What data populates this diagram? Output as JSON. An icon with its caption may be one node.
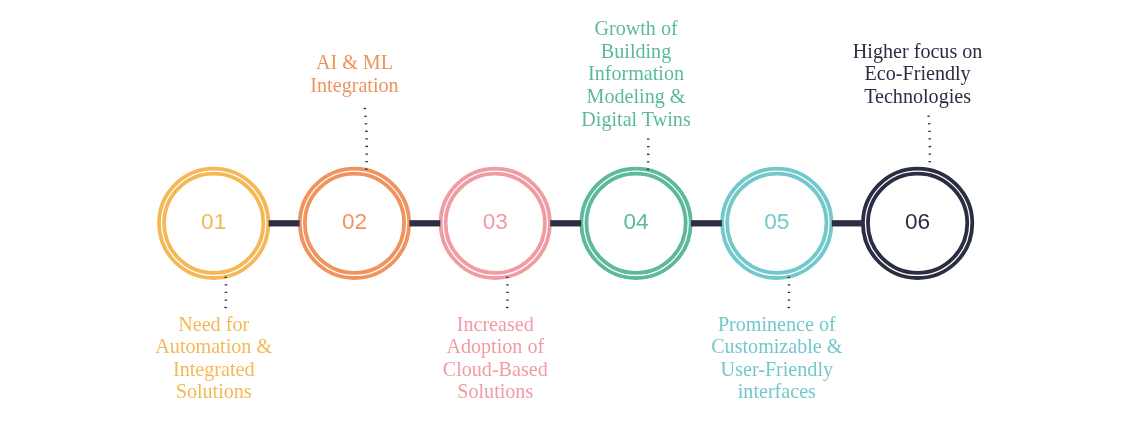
{
  "diagram": {
    "nodes": [
      {
        "text": [
          "01"
        ]
      },
      {
        "text": [
          "Need for Automation & Integrated Solutions"
        ]
      },
      {
        "text": [
          "02"
        ]
      },
      {
        "text": [
          "AI & ML Integration"
        ]
      },
      {
        "text": [
          "03"
        ]
      },
      {
        "text": [
          "Increased Adoption of Cloud-Based Solutions"
        ]
      },
      {
        "text": [
          "04"
        ]
      },
      {
        "text": [
          "Growth of Building Information Modeling & Digital Twins"
        ]
      },
      {
        "text": [
          "05"
        ]
      },
      {
        "text": [
          "Prominence of Customizable & User-Friendly interfaces"
        ]
      },
      {
        "text": [
          "06"
        ]
      },
      {
        "text": [
          "Higher focus on Eco-Friendly Technologies"
        ]
      }
    ],
    "edges": [
      {
        "from": 0,
        "to": 1,
        "arrow": "none",
        "style": "dashed"
      },
      {
        "from": 2,
        "to": 3,
        "arrow": "none",
        "style": "dashed"
      },
      {
        "from": 4,
        "to": 5,
        "arrow": "none",
        "style": "dashed"
      },
      {
        "from": 6,
        "to": 7,
        "arrow": "none",
        "style": "dashed"
      },
      {
        "from": 8,
        "to": 9,
        "arrow": "none",
        "style": "dashed"
      },
      {
        "from": 10,
        "to": 11,
        "arrow": "none",
        "style": "dashed"
      },
      {
        "from": 0,
        "to": 2,
        "arrow": "none",
        "style": "thick"
      },
      {
        "from": 2,
        "to": 4,
        "arrow": "none",
        "style": "thick"
      },
      {
        "from": 4,
        "to": 6,
        "arrow": "none",
        "style": "thick"
      },
      {
        "from": 6,
        "to": 8,
        "arrow": "none",
        "style": "thick"
      },
      {
        "from": 8,
        "to": 10,
        "arrow": "none",
        "style": "thick"
      }
    ]
  }
}
